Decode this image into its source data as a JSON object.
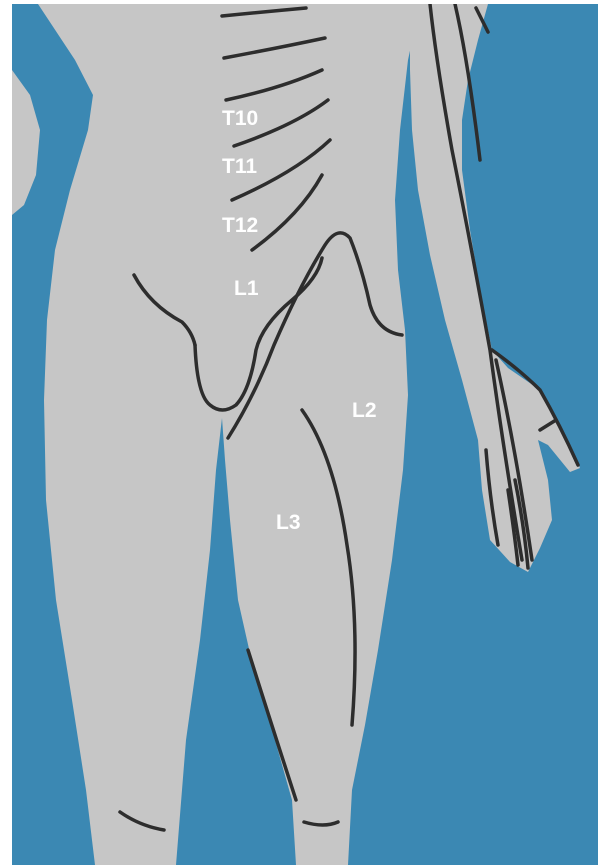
{
  "colors": {
    "background": "#3b88b3",
    "body": "#c6c6c6",
    "outline": "#2d2d2d",
    "label": "#ffffff"
  },
  "segments": [
    {
      "id": "T10",
      "label": "T10"
    },
    {
      "id": "T11",
      "label": "T11"
    },
    {
      "id": "T12",
      "label": "T12"
    },
    {
      "id": "L1",
      "label": "L1"
    },
    {
      "id": "L2",
      "label": "L2"
    },
    {
      "id": "L3",
      "label": "L3"
    }
  ]
}
